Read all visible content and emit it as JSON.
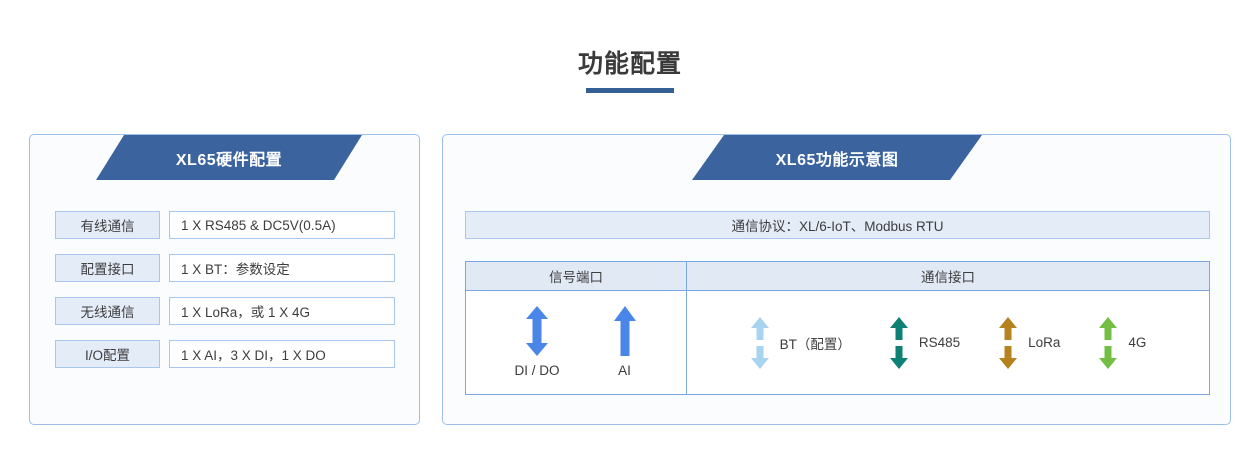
{
  "page": {
    "title": "功能配置",
    "background": "#ffffff",
    "accent": "#3b649f",
    "border_color": "#9dc0ea"
  },
  "left_panel": {
    "banner_title": "XL65硬件配置",
    "rows": [
      {
        "label": "有线通信",
        "value": "1 X RS485 & DC5V(0.5A)"
      },
      {
        "label": "配置接口",
        "value": "1 X BT：参数设定"
      },
      {
        "label": "无线通信",
        "value": "1 X LoRa，或 1 X 4G"
      },
      {
        "label": "I/O配置",
        "value": "1 X AI，3 X DI，1 X DO"
      }
    ]
  },
  "right_panel": {
    "banner_title": "XL65功能示意图",
    "protocol_bar": "通信协议：XL/6-IoT、Modbus RTU",
    "table": {
      "headers": {
        "signal": "信号端口",
        "comm": "通信接口"
      },
      "signal_items": [
        {
          "label": "DI / DO",
          "icon": "double-arrow-icon",
          "color": "#4a86e8",
          "direction": "bidirectional"
        },
        {
          "label": "AI",
          "icon": "up-arrow-icon",
          "color": "#4a86e8",
          "direction": "up"
        }
      ],
      "comm_items": [
        {
          "label": "BT（配置）",
          "icon": "split-double-arrow-icon",
          "color": "#a8d4ef"
        },
        {
          "label": "RS485",
          "icon": "split-double-arrow-icon",
          "color": "#0e8074"
        },
        {
          "label": "LoRa",
          "icon": "split-double-arrow-icon",
          "color": "#b5821f"
        },
        {
          "label": "4G",
          "icon": "split-double-arrow-icon",
          "color": "#72bf44"
        }
      ]
    }
  }
}
